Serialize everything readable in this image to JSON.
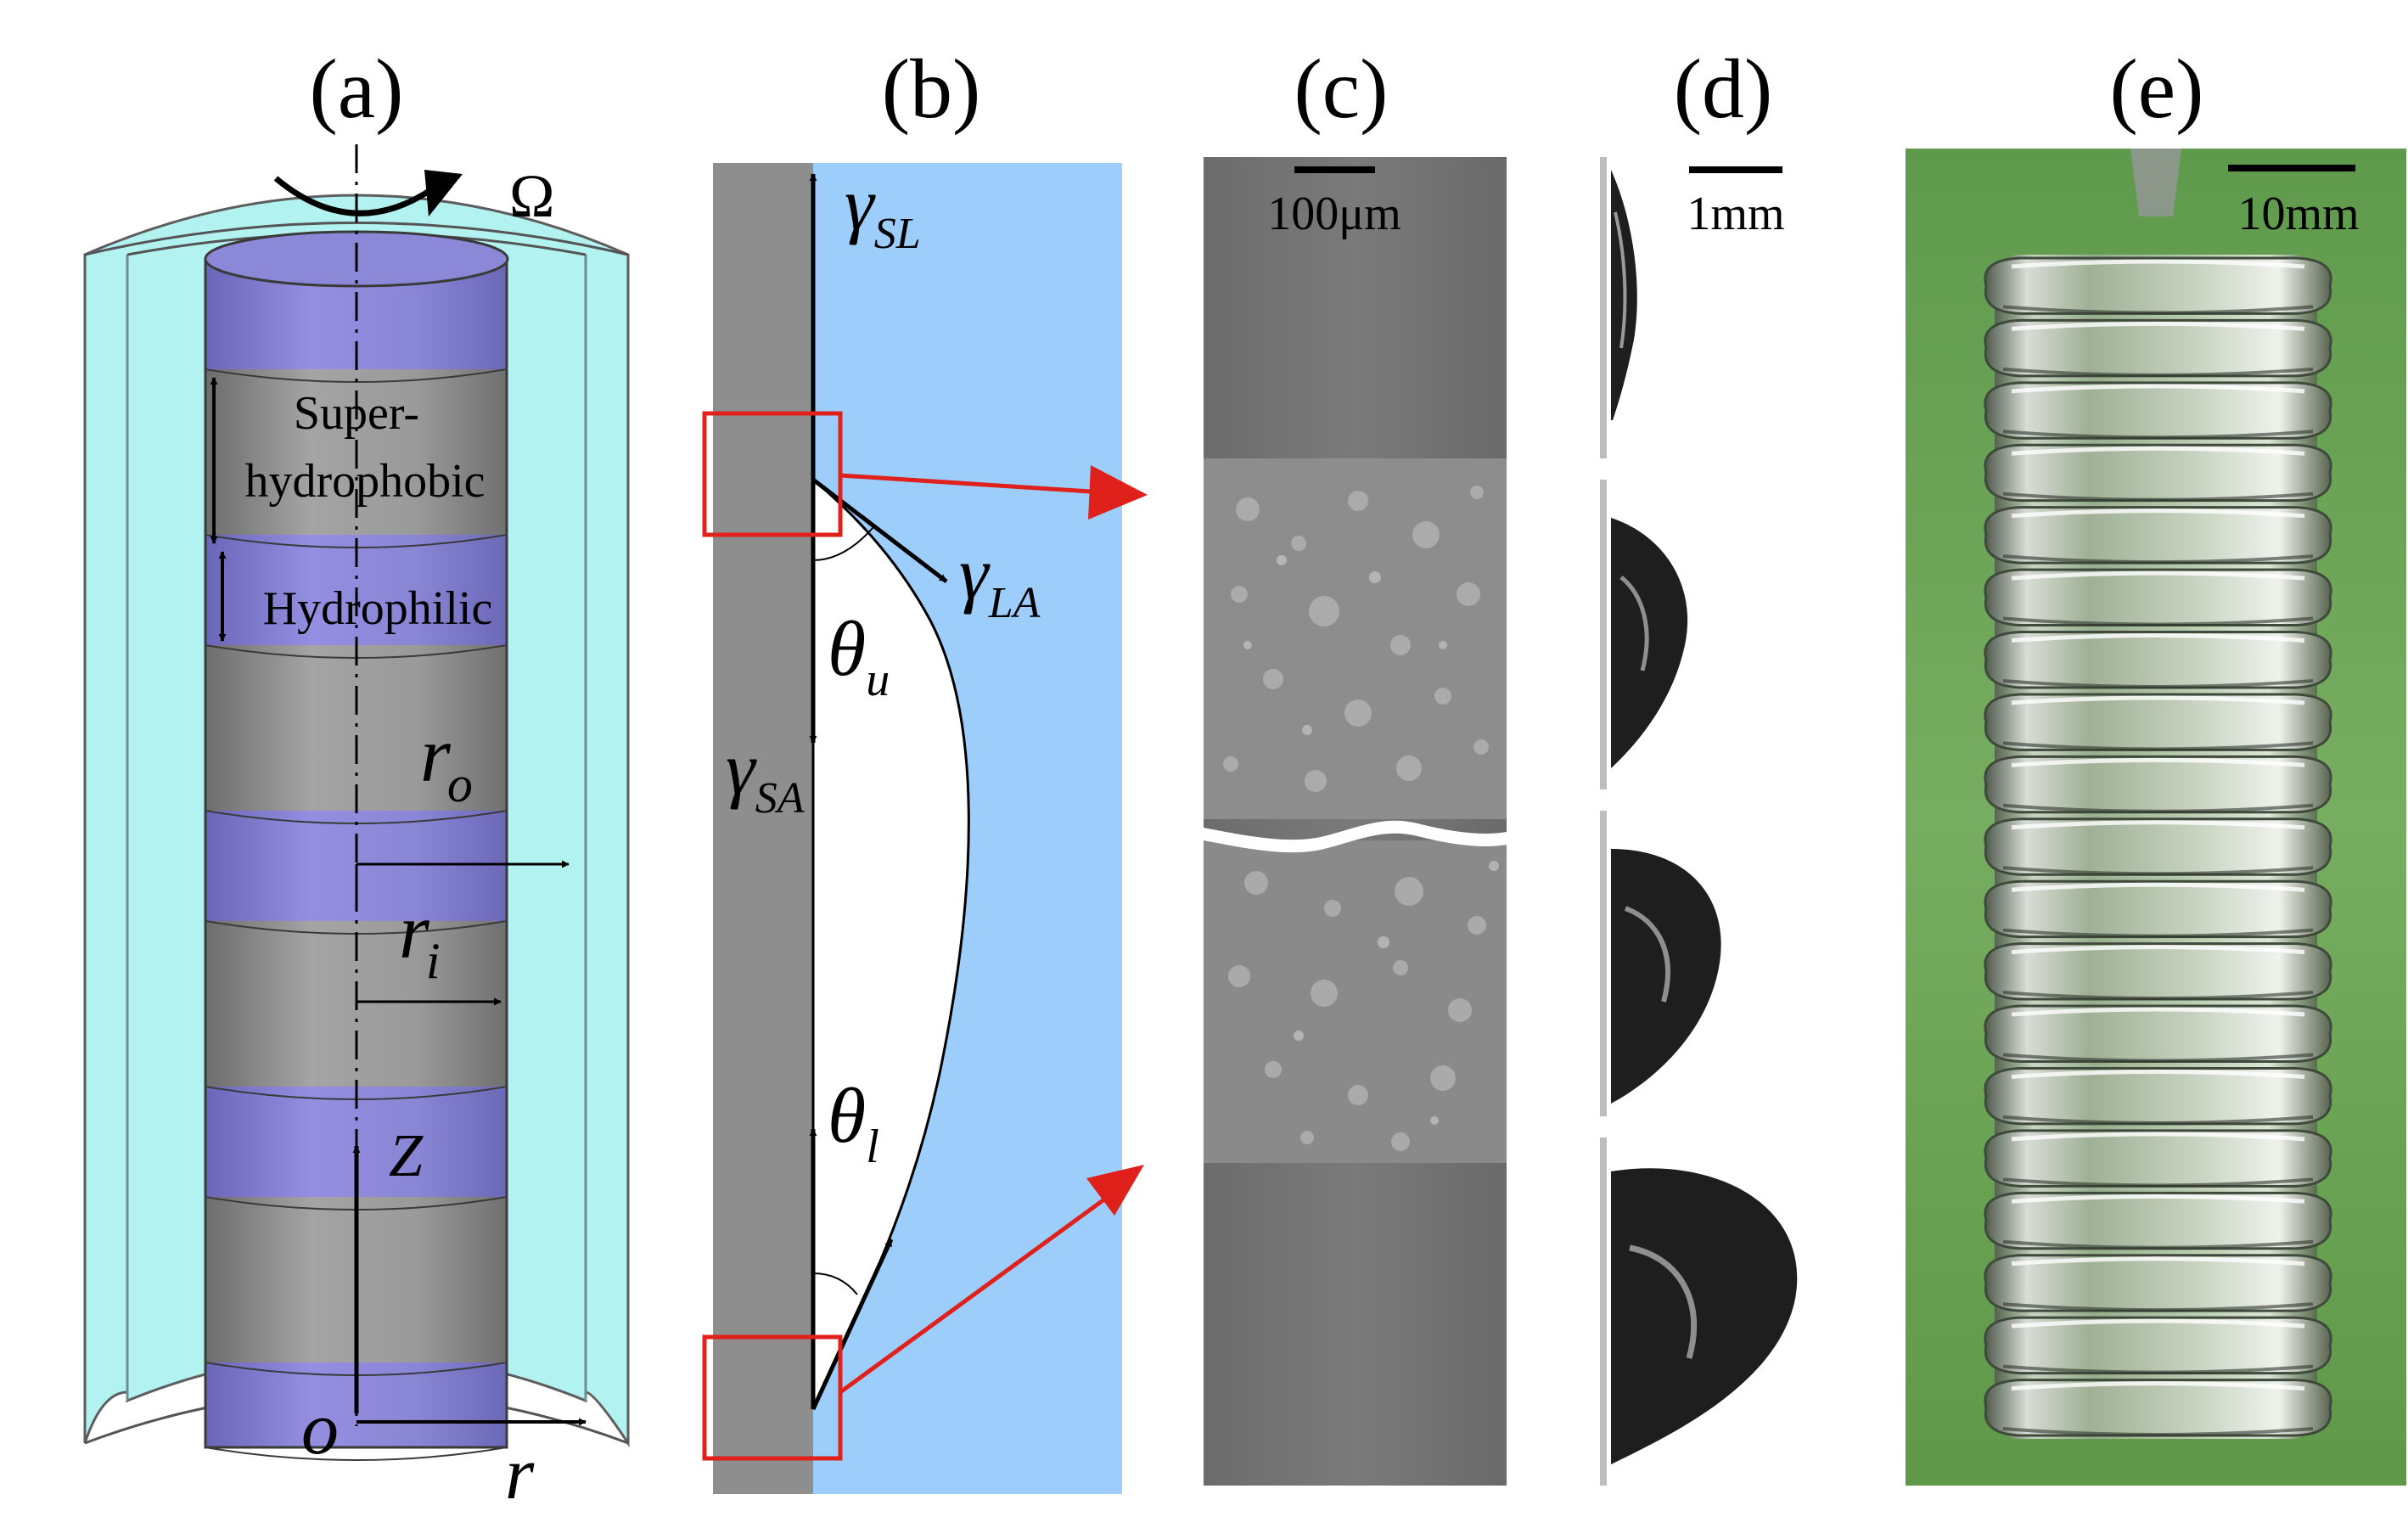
{
  "panel_labels": [
    "(a)",
    "(b)",
    "(c)",
    "(d)",
    "(e)"
  ],
  "panel_a": {
    "omega": "Ω",
    "superhydrophobic_line1": "Super-",
    "superhydrophobic_line2": "hydrophobic",
    "hydrophilic": "Hydrophilic",
    "r_outer": "r",
    "r_outer_sub": "o",
    "r_inner": "r",
    "r_inner_sub": "i",
    "axis_z": "Z",
    "origin": "o",
    "axis_r": "r",
    "colors": {
      "annulus": "#aef2f0",
      "hydrophilic": "#8c88d8",
      "superhydrophobic": "#9b9b9b"
    }
  },
  "panel_b": {
    "gamma": "γ",
    "sub_sl": "SL",
    "sub_la": "LA",
    "sub_sa": "SA",
    "theta": "θ",
    "sub_u": "u",
    "sub_l": "l",
    "colors": {
      "solid": "#8e8e8e",
      "liquid": "#9dcdfb",
      "highlight": "#e0201b"
    }
  },
  "panel_c": {
    "scalebar": "100μm"
  },
  "panel_d": {
    "scalebar": "1mm"
  },
  "panel_e": {
    "scalebar": "10mm"
  }
}
